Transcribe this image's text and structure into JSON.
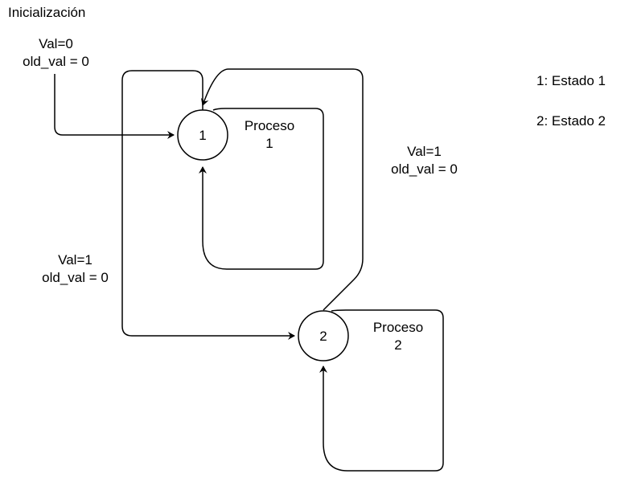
{
  "diagram": {
    "title": "Inicialización",
    "init_label": {
      "line1": "Val=0",
      "line2": "old_val = 0"
    },
    "states": [
      {
        "id": "1",
        "label": "1",
        "process_line1": "Proceso",
        "process_line2": "1"
      },
      {
        "id": "2",
        "label": "2",
        "process_line1": "Proceso",
        "process_line2": "2"
      }
    ],
    "transitions": {
      "one_to_two": {
        "line1": "Val=1",
        "line2": "old_val = 0"
      },
      "two_to_one": {
        "line1": "Val=1",
        "line2": "old_val = 0"
      }
    },
    "legend": [
      {
        "text": "1: Estado 1"
      },
      {
        "text": "2: Estado 2"
      }
    ]
  }
}
